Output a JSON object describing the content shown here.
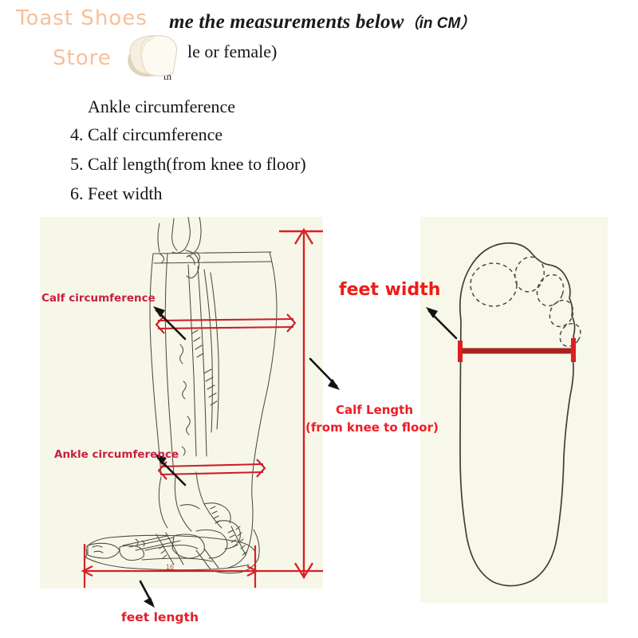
{
  "document": {
    "title_partial": "me the measurements below",
    "title_unit": "（in CM）",
    "subtitle_partial": "le or female)",
    "line_partial": "th",
    "instructions": [
      {
        "num": "",
        "text": "Ankle circumference"
      },
      {
        "num": "4.",
        "text": "Calf circumference"
      },
      {
        "num": "5.",
        "text": "Calf length(from knee to floor)"
      },
      {
        "num": "6.",
        "text": "Feet width"
      }
    ]
  },
  "watermark": {
    "line1": "Toast Shoes",
    "line2": "Store",
    "icon": "toast-bread-icon",
    "color": "#f6c09a"
  },
  "annotations": {
    "calf_circumference": "Calf circumference",
    "ankle_circumference": "Ankle circumference",
    "feet_width": "feet width",
    "calf_length_line1": "Calf Length",
    "calf_length_line2": "(from knee to floor)",
    "feet_length": "feet length",
    "foot_length_value": "16"
  },
  "colors": {
    "label_crimson": "#c9203f",
    "label_red": "#ed1c24",
    "feet_width_red": "#ec1c18",
    "panel_bg": "#f7f7e9",
    "measure_line": "#cc1f2b",
    "sketch_line": "#4a4a3c",
    "logo_peach": "#f6c09a"
  }
}
